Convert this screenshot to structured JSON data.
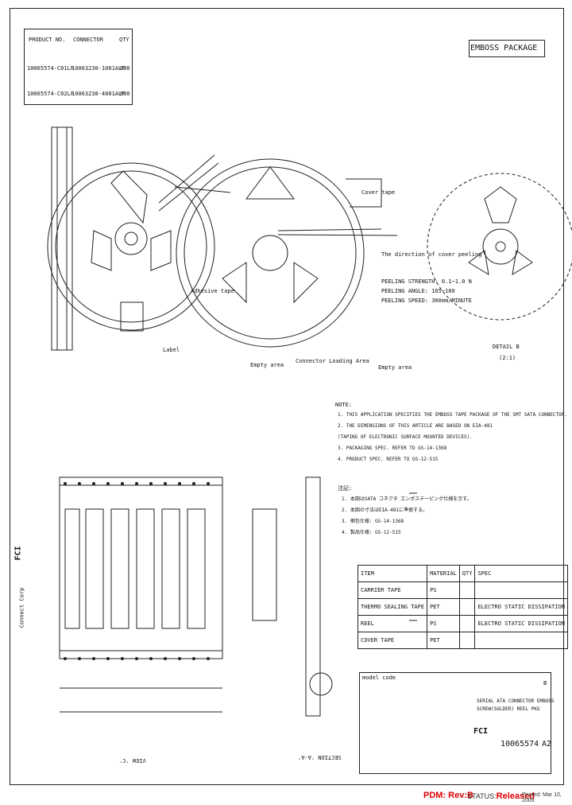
{
  "header": {
    "product_no_label": "PRODUCT NO.",
    "connector_label": "CONNECTOR",
    "qty_label": "QTY",
    "rows": [
      {
        "product": "10065574-C01LF",
        "connector": "10063230-1001ALF",
        "qty": "600"
      },
      {
        "product": "10065574-C02LF",
        "connector": "10063238-4001ALF",
        "qty": "600"
      }
    ]
  },
  "title_banner": "EMBOSS PACKAGE",
  "reel_labels": {
    "cover_tape": "Cover tape",
    "peeling_note": "The direction of cover peeling",
    "peeling_strength": "PEELING STRENGTH: 0.1~1.0 N",
    "peeling_angle": "PEELING ANGLE: 165~180",
    "peeling_speed": "PEELING SPEED: 300mm/MINUTE",
    "adhesive_tape": "Adhesive tape",
    "label": "Label",
    "end_label": "Empty area",
    "connector_loading_area": "Connector Loading Area",
    "start_label": "Empty area",
    "detail": "DETAIL B",
    "scale": "(2:1)"
  },
  "notes": {
    "title": "NOTE:",
    "items": [
      "1. THIS APPLICATION SPECIFIES THE EMBOSS TAPE PACKAGE OF THE SMT SATA CONNECTOR.",
      "2. THE DIMENSIONS OF THIS ARTICLE ARE BASED ON EIA-481",
      "   (TAPING OF ELECTRONIC SURFACE MOUNTED DEVICES).",
      "3. PACKAGING SPEC. REFER TO GS-14-1368",
      "4. PRODUCT SPEC. REFER TO GS-12-515"
    ],
    "jp_title": "注記:",
    "jp_items": [
      "1. 本図はSATA コネクタ エンボステーピング仕様を示す。",
      "2. 本図の寸法はEIA-481に準拠する。",
      "3. 梱包仕様: GS-14-1368",
      "4. 製品仕様: GS-12-515"
    ]
  },
  "parts_table": {
    "header": [
      "ITEM",
      "MATERIAL",
      "QTY",
      "SPEC"
    ],
    "rows": [
      [
        "CARRIER TAPE",
        "PS",
        "",
        ""
      ],
      [
        "THERMO SEALING TAPE",
        "PET",
        "",
        "ELECTRO STATIC DISSIPATION"
      ],
      [
        "REEL",
        "PS",
        "",
        "ELECTRO STATIC DISSIPATION"
      ],
      [
        "COVER TAPE",
        "PET",
        "",
        ""
      ]
    ]
  },
  "title_block": {
    "model": "model code",
    "desc1": "SERIAL ATA CONNECTOR EMBOSS",
    "desc2": "SCREW(SOLDER) REEL PKG",
    "doc_no": "10065574",
    "sheet": "A2",
    "company": "FCI",
    "rev": "B"
  },
  "view_labels": {
    "view": "VIEW 'C'",
    "section": "SECTION 'A-A'",
    "fci_side": "FCI",
    "connect_mark": "Connect Corp"
  },
  "footer": {
    "pdm": "PDM: Rev:B",
    "status_label": "STATUS:",
    "status_value": "Released",
    "printed": "Printed: Mar 10, 2009"
  },
  "colors": {
    "stamp": "#dd0000",
    "line": "#222222"
  }
}
